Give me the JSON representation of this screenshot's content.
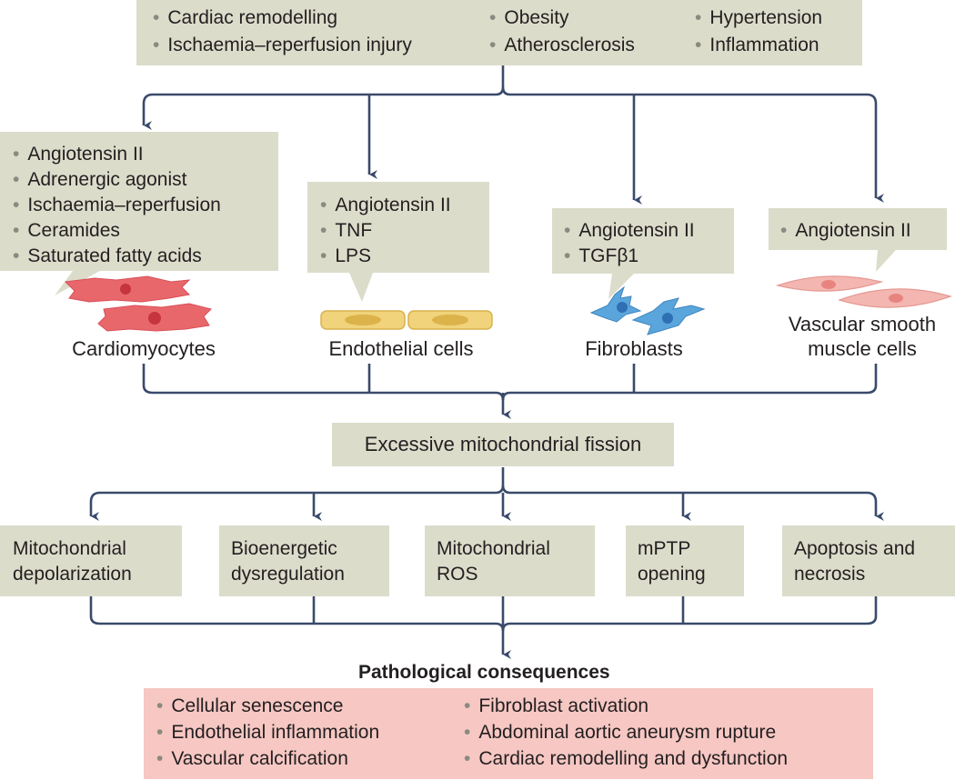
{
  "colors": {
    "box": "#dcdccb",
    "consequences_box": "#f6c7c3",
    "arrow": "#3a4a6b",
    "cardiomyocyte": "#e8676b",
    "endothelial": "#f0d37a",
    "fibroblast": "#5aa6dc",
    "smooth_muscle": "#f4b6b0"
  },
  "diseases": {
    "col1": [
      "Cardiac remodelling",
      "Ischaemia–reperfusion injury"
    ],
    "col2": [
      "Obesity",
      "Atherosclerosis"
    ],
    "col3": [
      "Hypertension",
      "Inflammation"
    ]
  },
  "stimuli": {
    "cardiomyocytes": [
      "Angiotensin II",
      "Adrenergic agonist",
      "Ischaemia–reperfusion",
      "Ceramides",
      "Saturated fatty acids"
    ],
    "endothelial": [
      "Angiotensin II",
      "TNF",
      "LPS"
    ],
    "fibroblasts": [
      "Angiotensin II",
      "TGFβ1"
    ],
    "smooth_muscle": [
      "Angiotensin II"
    ]
  },
  "cells": {
    "cardiomyocytes": "Cardiomyocytes",
    "endothelial": "Endothelial cells",
    "fibroblasts": "Fibroblasts",
    "smooth_muscle_line1": "Vascular smooth",
    "smooth_muscle_line2": "muscle cells"
  },
  "fission": "Excessive mitochondrial fission",
  "effects": [
    {
      "line1": "Mitochondrial",
      "line2": "depolarization"
    },
    {
      "line1": "Bioenergetic",
      "line2": "dysregulation"
    },
    {
      "line1": "Mitochondrial",
      "line2": "ROS"
    },
    {
      "line1": "mPTP",
      "line2": "opening"
    },
    {
      "line1": "Apoptosis and",
      "line2": "necrosis"
    }
  ],
  "consequences": {
    "heading": "Pathological consequences",
    "col1": [
      "Cellular senescence",
      "Endothelial inflammation",
      "Vascular calcification"
    ],
    "col2": [
      "Fibroblast activation",
      "Abdominal aortic aneurysm rupture",
      "Cardiac remodelling and dysfunction"
    ]
  }
}
